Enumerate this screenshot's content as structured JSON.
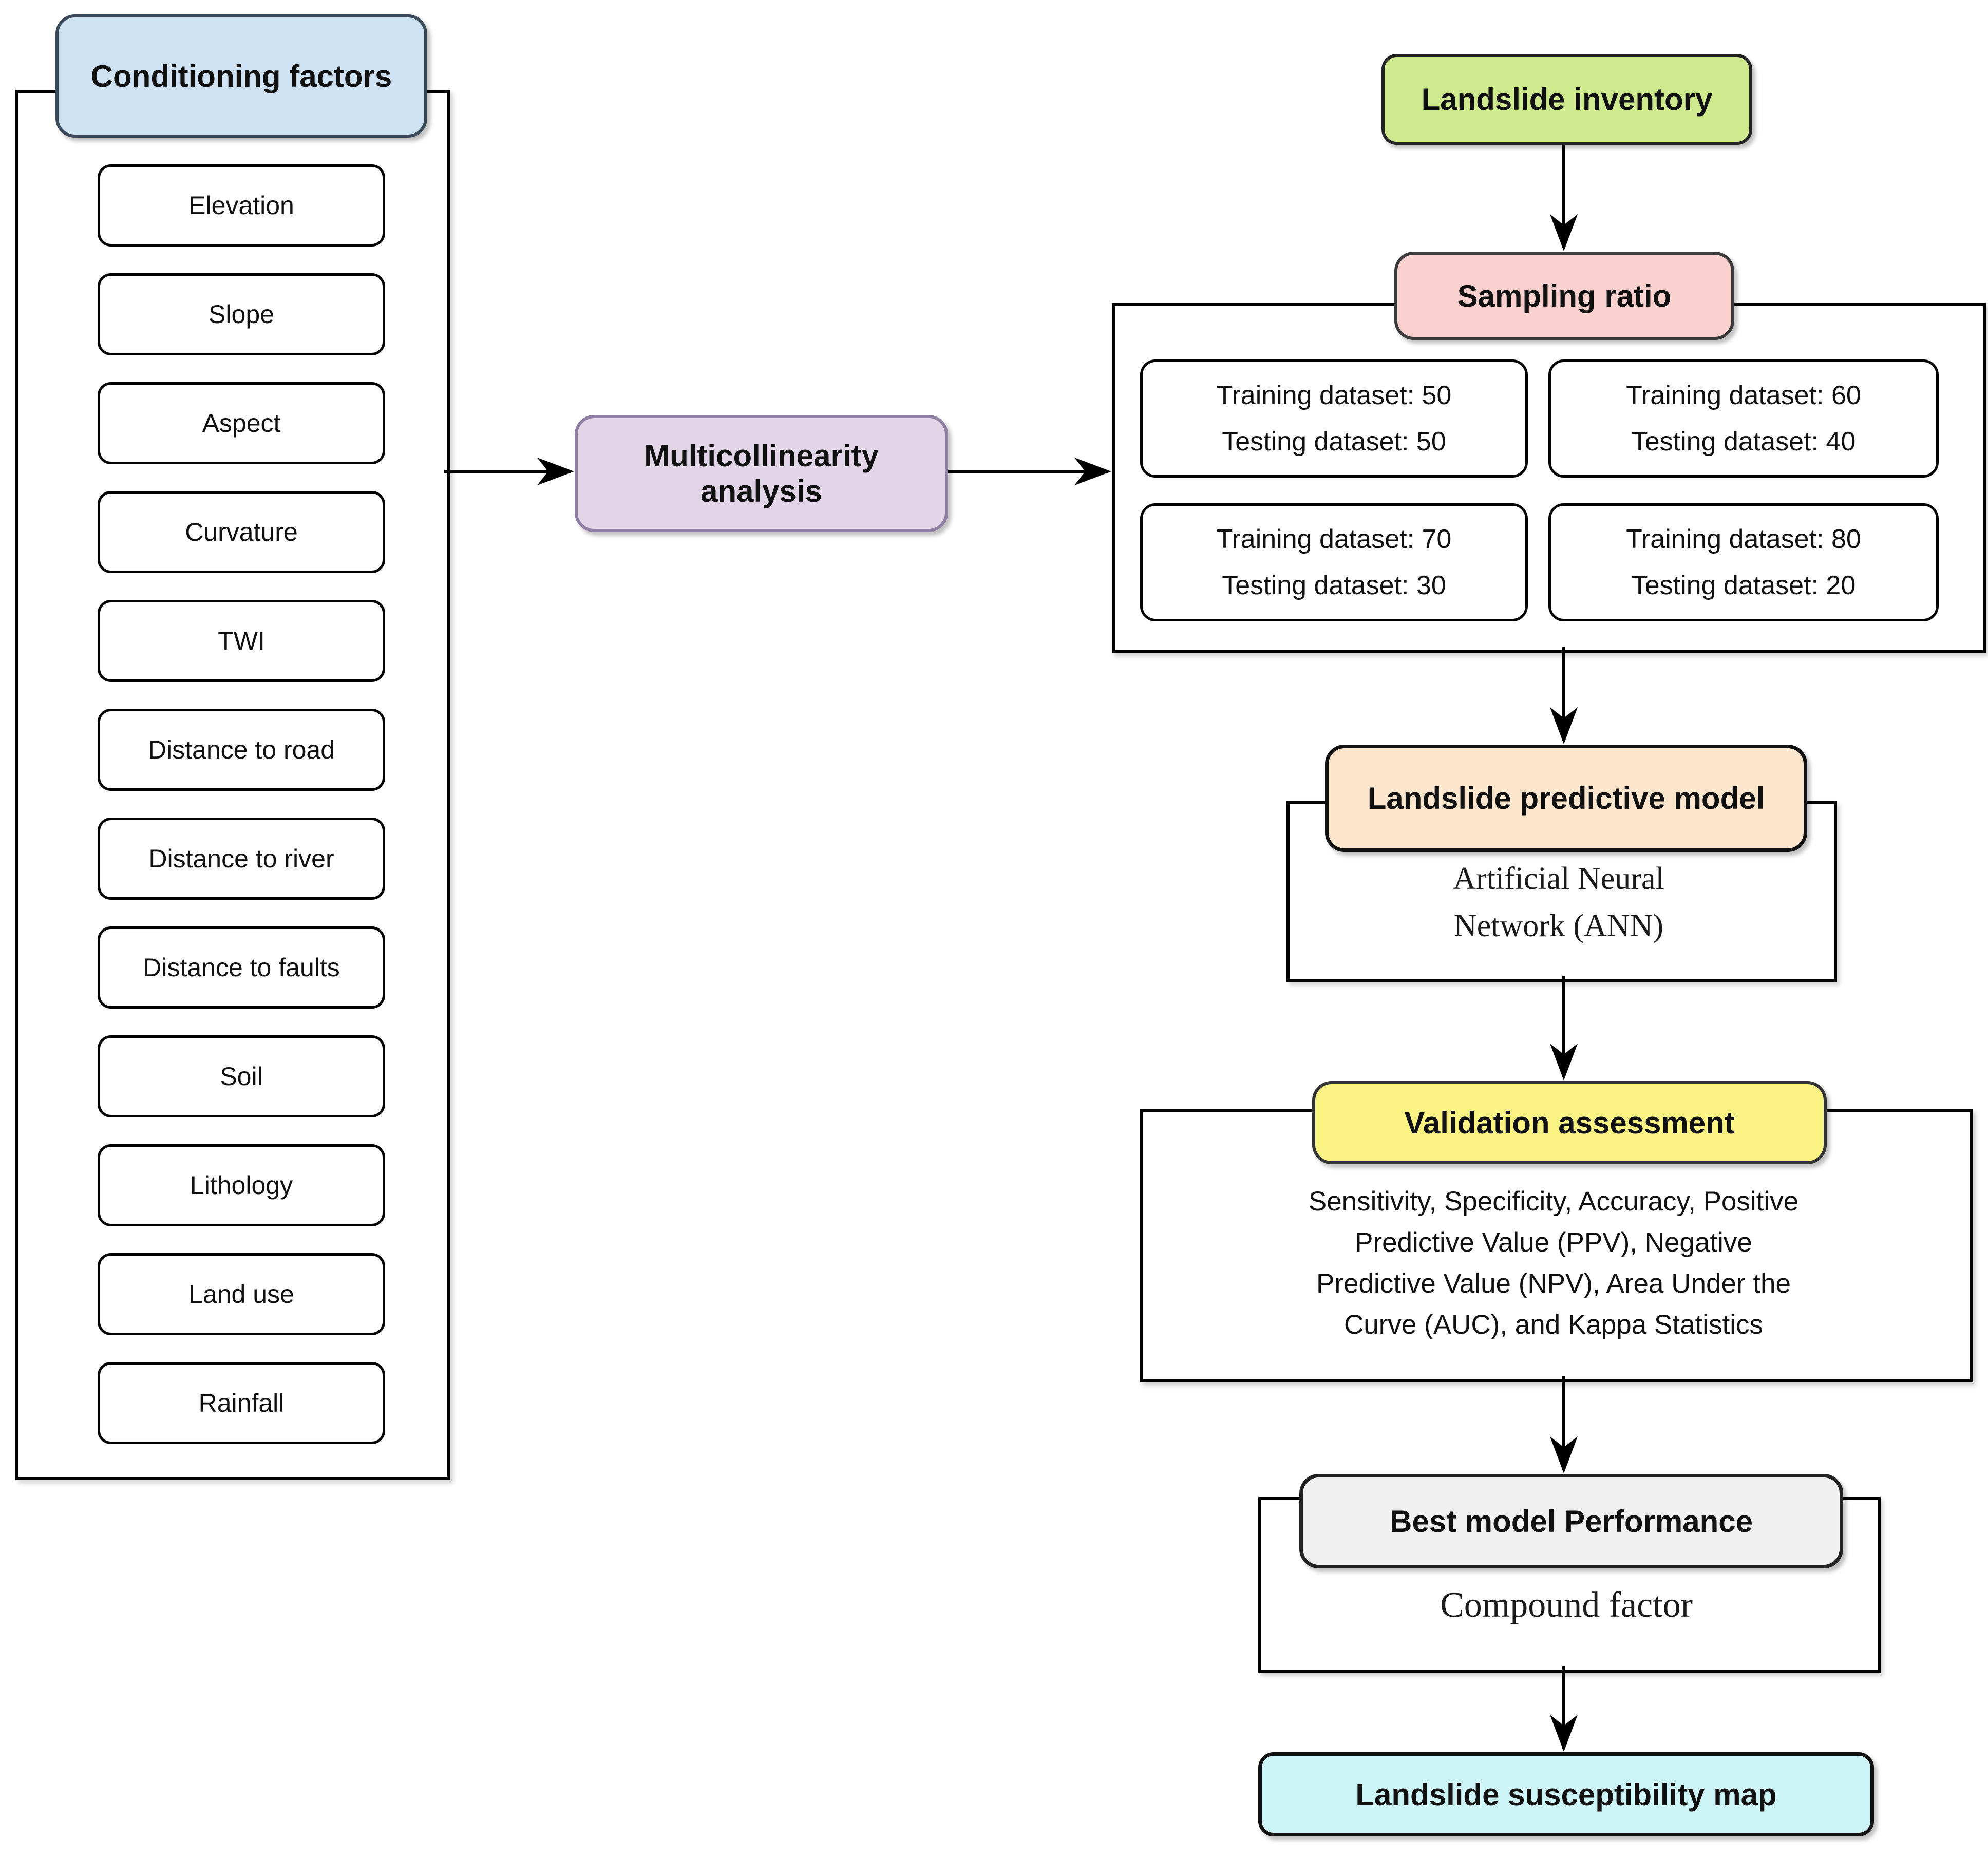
{
  "diagram": {
    "conditioning": {
      "header": "Conditioning factors",
      "items": [
        "Elevation",
        "Slope",
        "Aspect",
        "Curvature",
        "TWI",
        "Distance to road",
        "Distance to river",
        "Distance to faults",
        "Soil",
        "Lithology",
        "Land use",
        "Rainfall"
      ]
    },
    "multicollinearity": {
      "label": "Multicollinearity analysis",
      "lines": [
        "Multicollinearity",
        "analysis"
      ]
    },
    "inventory": {
      "label": "Landslide inventory"
    },
    "sampling": {
      "header": "Sampling ratio",
      "boxes": [
        {
          "training": "Training dataset: 50",
          "testing": "Testing dataset: 50"
        },
        {
          "training": "Training dataset: 60",
          "testing": "Testing dataset: 40"
        },
        {
          "training": "Training dataset: 70",
          "testing": "Testing dataset: 30"
        },
        {
          "training": "Training dataset: 80",
          "testing": "Testing dataset: 20"
        }
      ]
    },
    "predictive": {
      "header": "Landslide predictive model",
      "body": "Artificial Neural Network (ANN)",
      "lines": [
        "Artificial Neural",
        "Network (ANN)"
      ]
    },
    "validation": {
      "header": "Validation assessment",
      "body": "Sensitivity, Specificity, Accuracy, Positive Predictive Value (PPV), Negative Predictive Value (NPV), Area Under the Curve (AUC), and Kappa Statistics",
      "lines": [
        "Sensitivity, Specificity, Accuracy, Positive",
        "Predictive Value (PPV), Negative",
        "Predictive Value (NPV), Area Under the",
        "Curve (AUC), and Kappa Statistics"
      ]
    },
    "best_model": {
      "header": "Best model Performance",
      "body": "Compound factor"
    },
    "susceptibility_map": {
      "label": "Landslide susceptibility map"
    },
    "colors": {
      "conditioning_fill": "#cfe2f3",
      "inventory_fill": "#cfe98f",
      "sampling_fill": "#f8d0cd",
      "multicollinearity_fill": "#e1d5e7",
      "predictive_fill": "#fce5cd",
      "validation_fill": "#faf282",
      "best_model_fill": "#f0f0f0",
      "map_fill": "#cdf5f7"
    }
  }
}
